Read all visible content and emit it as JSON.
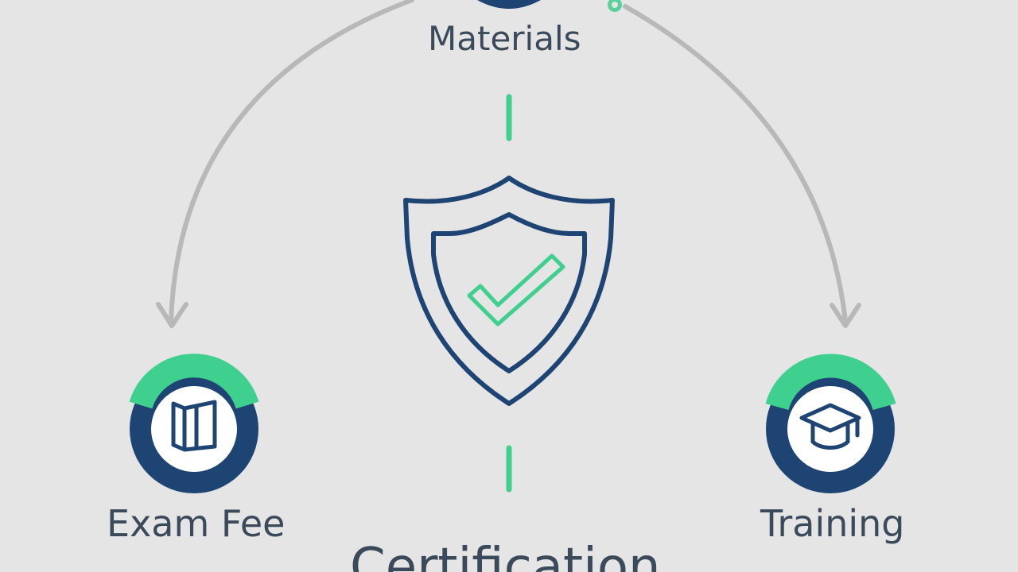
{
  "diagram": {
    "nodes": {
      "materials": {
        "label": "Materials",
        "icon": "materials-icon"
      },
      "exam_fee": {
        "label": "Exam Fee",
        "icon": "book-icon"
      },
      "training": {
        "label": "Training",
        "icon": "graduation-cap-icon"
      }
    },
    "center": {
      "label": "Certification",
      "icon": "shield-check-icon"
    }
  },
  "colors": {
    "background": "#e5e5e5",
    "navy": "#1e4473",
    "green": "#3fcf8e",
    "arrow_gray": "#b8b8b8",
    "text": "#3b4a5a"
  }
}
